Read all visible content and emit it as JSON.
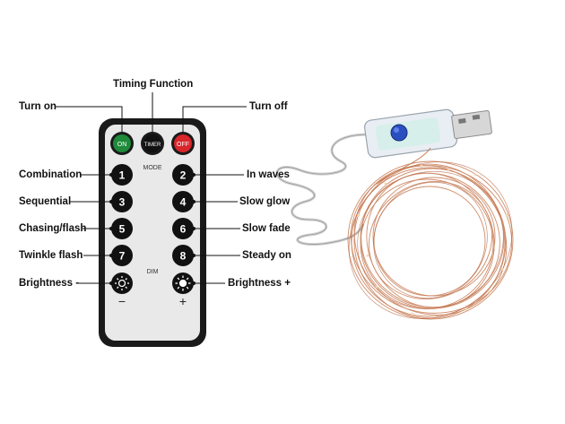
{
  "annotations": {
    "timing_function": "Timing Function",
    "turn_on": "Turn on",
    "turn_off": "Turn off",
    "combination": "Combination",
    "sequential": "Sequential",
    "chasing_flash": "Chasing/flash",
    "twinkle_flash": "Twinkle flash",
    "brightness_minus": "Brightness -",
    "in_waves": "In waves",
    "slow_glow": "Slow glow",
    "slow_fade": "Slow fade",
    "steady_on": "Steady on",
    "brightness_plus": "Brightness +"
  },
  "remote": {
    "on_label": "ON",
    "timer_label": "TIMER",
    "off_label": "OFF",
    "mode_label": "MODE",
    "dim_label": "DIM",
    "minus_label": "−",
    "plus_label": "+",
    "mode_buttons": [
      "1",
      "2",
      "3",
      "4",
      "5",
      "6",
      "7",
      "8"
    ],
    "colors": {
      "body": "#e9e9e9",
      "frame": "#1c1c1c",
      "on": "#1f8a3a",
      "timer": "#111111",
      "off": "#d8262a",
      "usb_button": "#2a4fbf"
    }
  }
}
